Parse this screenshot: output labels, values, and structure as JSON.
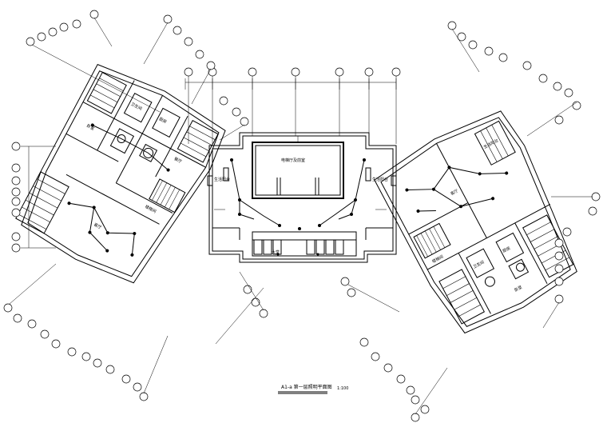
{
  "drawing": {
    "title": "A1-a 第一层照明平面图",
    "scale": "1:100"
  },
  "room_labels": {
    "core_hall": "电梯厅及前室",
    "balcony": "生活阳台",
    "bedroom": "卧室",
    "living": "客厅",
    "kitchen": "厨房",
    "toilet": "卫生间",
    "dining": "餐厅",
    "study": "书房",
    "lobby": "大堂",
    "stair": "楼梯间"
  }
}
